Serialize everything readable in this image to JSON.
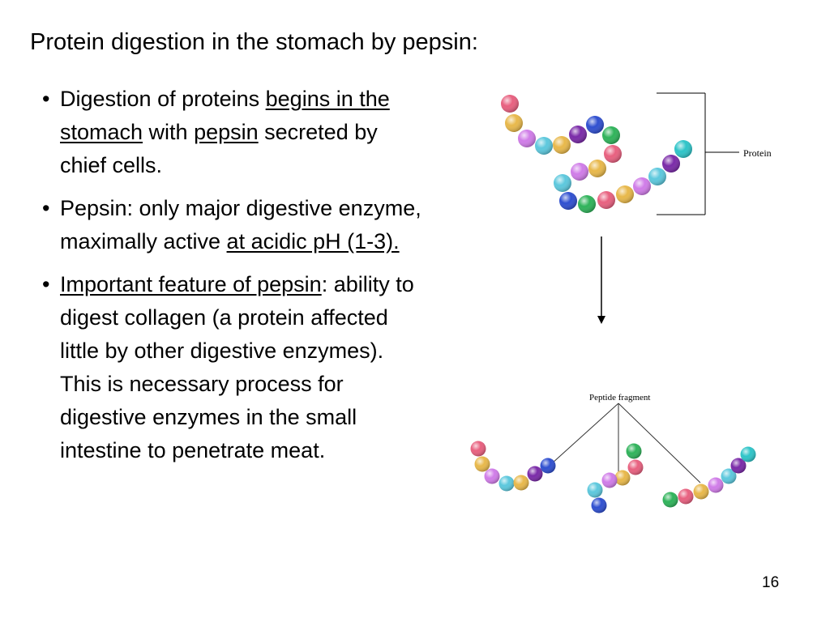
{
  "slide": {
    "title": "Protein digestion in the stomach by pepsin:",
    "page_number": "16"
  },
  "bullets": [
    {
      "segments": [
        {
          "text": "Digestion of proteins ",
          "underline": false
        },
        {
          "text": "begins in the stomach",
          "underline": true
        },
        {
          "text": " with ",
          "underline": false
        },
        {
          "text": "pepsin",
          "underline": true
        },
        {
          "text": " secreted by chief cells.",
          "underline": false
        }
      ]
    },
    {
      "segments": [
        {
          "text": "Pepsin: only major digestive enzyme, maximally active ",
          "underline": false
        },
        {
          "text": "at acidic pH (1-3).",
          "underline": true
        }
      ]
    },
    {
      "segments": [
        {
          "text": "Important feature of pepsin",
          "underline": true
        },
        {
          "text": ": ability to digest collagen (a protein affected little by other digestive enzymes). This is necessary process for digestive enzymes in the small intestine to penetrate meat.",
          "underline": false
        }
      ]
    }
  ],
  "diagram": {
    "protein_label": "Protein",
    "peptide_label": "Peptide fragment",
    "bead_colors": {
      "pink": "#e8607f",
      "yellow": "#e8b84a",
      "violet": "#d07ce8",
      "cyan": "#5cc8dd",
      "purple": "#7a2aa8",
      "blue": "#2f4fd0",
      "green": "#2fb35a",
      "teal": "#2ec4c8"
    }
  }
}
